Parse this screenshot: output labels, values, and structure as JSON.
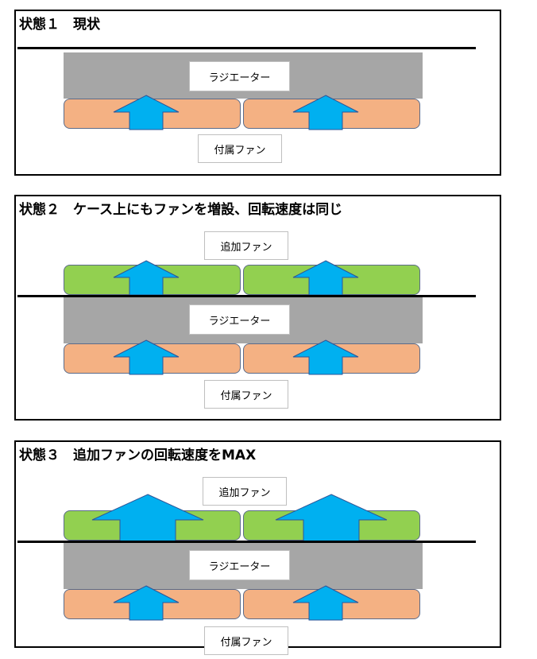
{
  "panels": [
    {
      "title": "状態１　現状",
      "radiator_label": "ラジエーター",
      "fan_label": "付属ファン"
    },
    {
      "title": "状態２　ケース上にもファンを増設、回転速度は同じ",
      "added_fan_label": "追加ファン",
      "radiator_label": "ラジエーター",
      "fan_label": "付属ファン"
    },
    {
      "title": "状態３　追加ファンの回転速度をMAX",
      "added_fan_label": "追加ファン",
      "radiator_label": "ラジエーター",
      "fan_label": "付属ファン"
    }
  ],
  "colors": {
    "radiator": "#a6a6a6",
    "original_fan": "#f4b183",
    "added_fan": "#92d050",
    "airflow_arrow": "#00b0f0"
  }
}
